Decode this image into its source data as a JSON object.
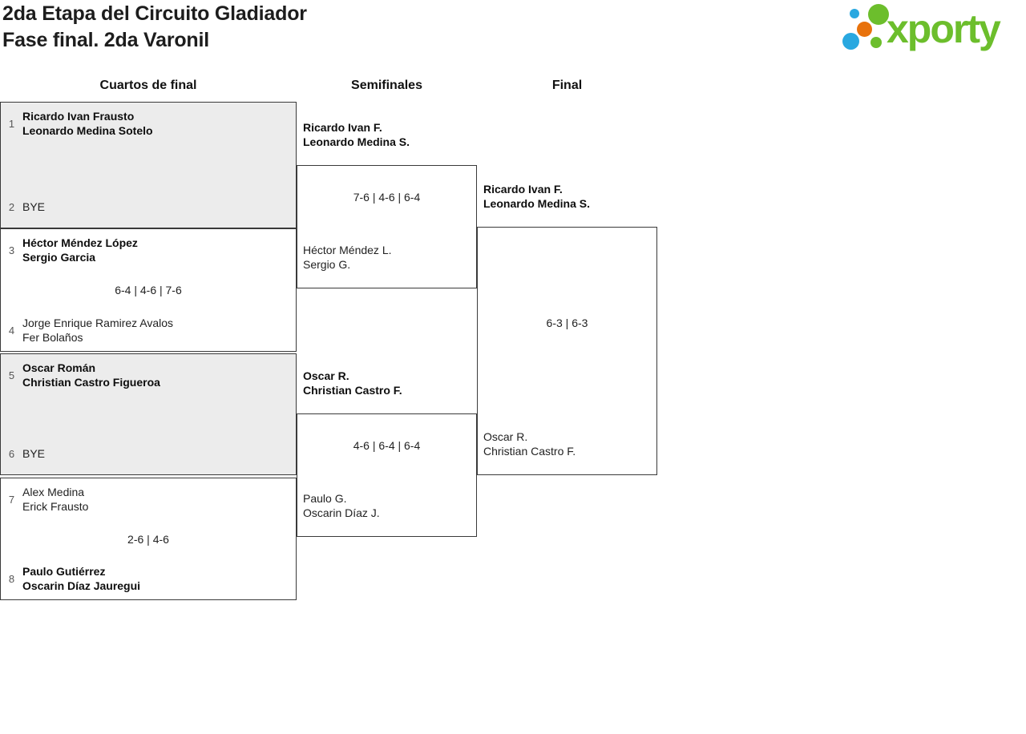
{
  "header": {
    "title_line1": "2da Etapa del Circuito Gladiador",
    "title_line2": "Fase final. 2da Varonil"
  },
  "logo": {
    "brand": "xporty",
    "green": "#6cbe2c",
    "blue": "#29a8e0",
    "orange": "#e8720c"
  },
  "round_headers": {
    "quarterfinals": "Cuartos de final",
    "semifinals": "Semifinales",
    "final": "Final"
  },
  "quarterfinals": [
    {
      "seed_top": "1",
      "top_line1": "Ricardo Ivan Frausto",
      "top_line2": "Leonardo Medina Sotelo",
      "seed_bottom": "2",
      "bottom_line1": "BYE",
      "score": ""
    },
    {
      "seed_top": "3",
      "top_line1": "Héctor Méndez López",
      "top_line2": "Sergio Garcia",
      "seed_bottom": "4",
      "bottom_line1": "Jorge Enrique Ramirez Avalos",
      "bottom_line2": "Fer Bolaños",
      "score": "6-4 | 4-6 | 7-6"
    },
    {
      "seed_top": "5",
      "top_line1": "Oscar Román",
      "top_line2": "Christian Castro Figueroa",
      "seed_bottom": "6",
      "bottom_line1": "BYE",
      "score": ""
    },
    {
      "seed_top": "7",
      "top_line1": "Alex Medina",
      "top_line2": "Erick Frausto",
      "seed_bottom": "8",
      "bottom_line1": "Paulo Gutiérrez",
      "bottom_line2": "Oscarin Díaz Jauregui",
      "score": "2-6 | 4-6"
    }
  ],
  "semifinals": [
    {
      "top_line1": "Ricardo Ivan F.",
      "top_line2": "Leonardo Medina S.",
      "bottom_line1": "Héctor Méndez L.",
      "bottom_line2": "Sergio G.",
      "score": "7-6 | 4-6 | 6-4"
    },
    {
      "top_line1": "Oscar R.",
      "top_line2": "Christian Castro F.",
      "bottom_line1": "Paulo G.",
      "bottom_line2": "Oscarin Díaz J.",
      "score": "4-6 | 6-4 | 6-4"
    }
  ],
  "final": {
    "top_line1": "Ricardo Ivan F.",
    "top_line2": "Leonardo Medina S.",
    "bottom_line1": "Oscar R.",
    "bottom_line2": "Christian Castro F.",
    "score": "6-3 | 6-3"
  }
}
